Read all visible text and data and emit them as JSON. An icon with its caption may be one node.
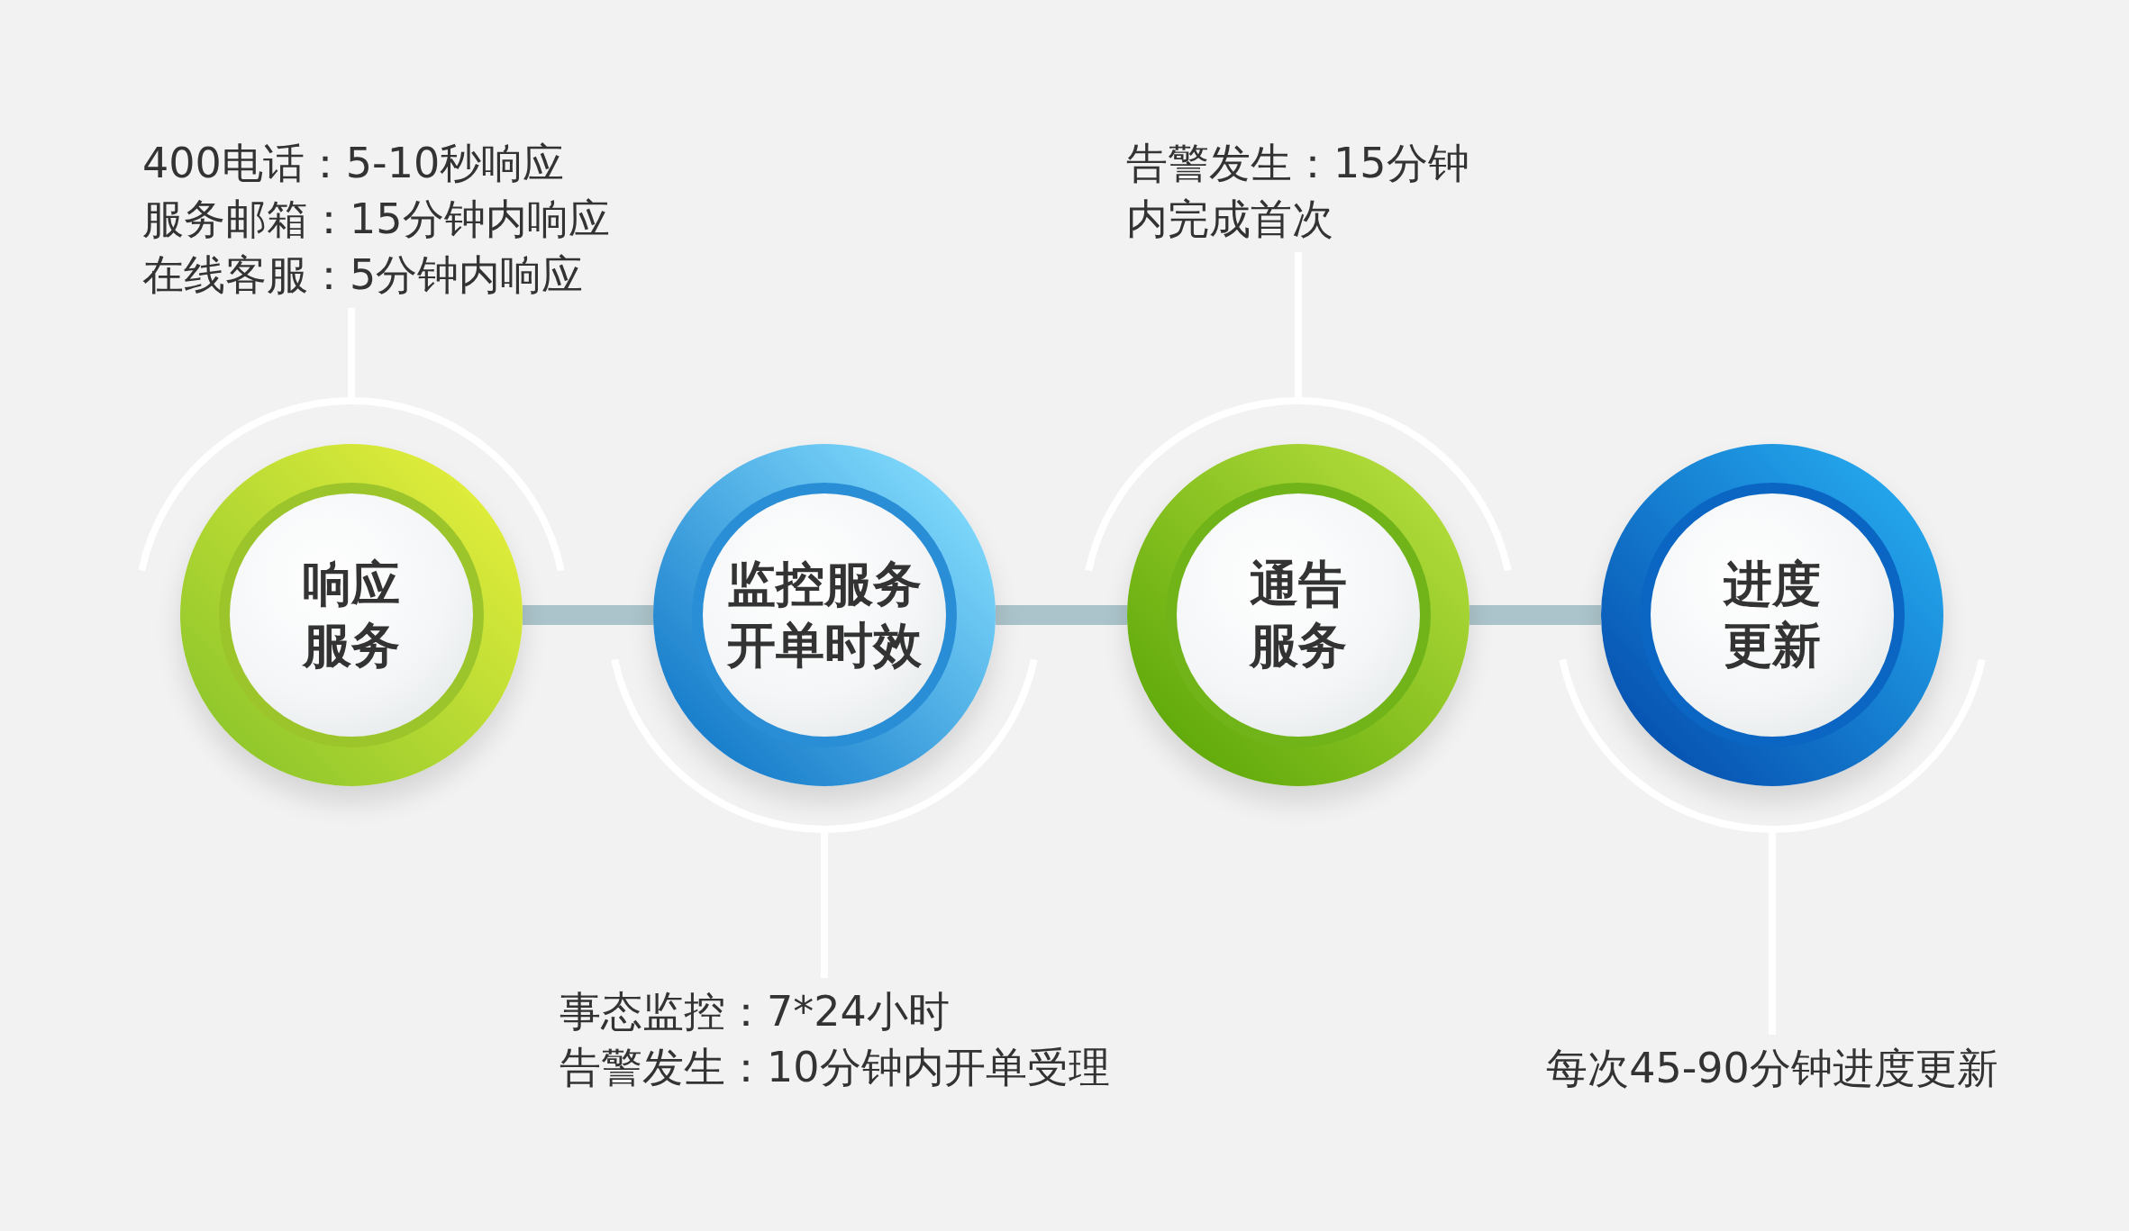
{
  "diagram": {
    "nodes": [
      {
        "text": [
          "响应服务"
        ]
      },
      {
        "text": [
          "监控服务开单时效"
        ]
      },
      {
        "text": [
          "通告服务"
        ]
      },
      {
        "text": [
          "进度更新"
        ]
      },
      {
        "text": [
          "400电话：5-10秒响应",
          "服务邮箱：15分钟内响应",
          "在线客服：5分钟内响应"
        ]
      },
      {
        "text": [
          "事态监控：7*24小时",
          "告警发生：10分钟内开单受理"
        ]
      },
      {
        "text": [
          "告警发生：15分钟内完成首次"
        ]
      },
      {
        "text": [
          "每次45-90分钟进度更新"
        ]
      }
    ],
    "edges": [
      {
        "from": 0,
        "to": 1,
        "arrow": "none",
        "style": "thick",
        "color": "#abc3ca"
      },
      {
        "from": 1,
        "to": 2,
        "arrow": "none",
        "style": "thick",
        "color": "#abc3ca"
      },
      {
        "from": 2,
        "to": 3,
        "arrow": "none",
        "style": "thick",
        "color": "#abc3ca"
      },
      {
        "from": 4,
        "to": 0,
        "arrow": "none"
      },
      {
        "from": 5,
        "to": 1,
        "arrow": "none"
      },
      {
        "from": 6,
        "to": 2,
        "arrow": "none"
      },
      {
        "from": 7,
        "to": 3,
        "arrow": "none"
      }
    ]
  }
}
